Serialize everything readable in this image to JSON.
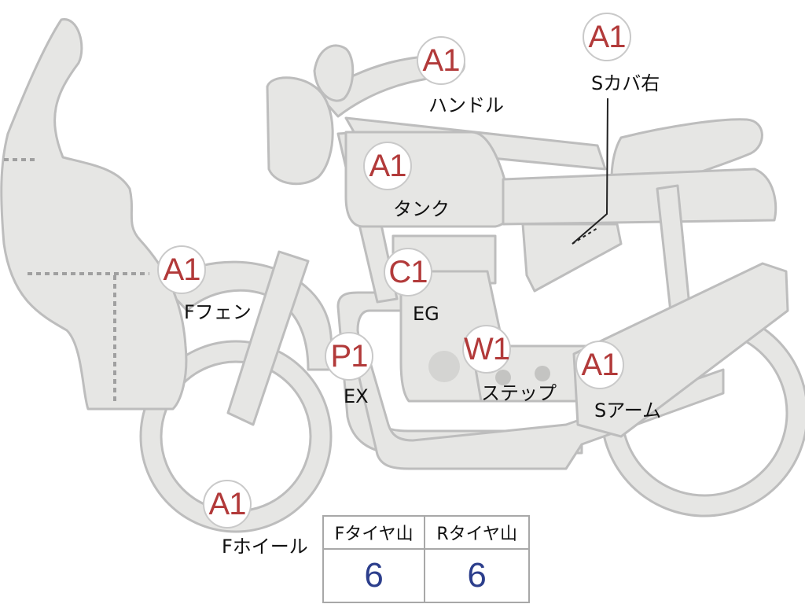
{
  "colors": {
    "body_fill": "#e6e6e4",
    "outline": "#bdbdbd",
    "code_text": "#b23a3a",
    "value_text": "#2c3e8c"
  },
  "codes": {
    "handle": "A1",
    "s_cover_right": "A1",
    "tank": "A1",
    "f_fender": "A1",
    "engine": "C1",
    "exhaust": "P1",
    "step": "W1",
    "s_arm": "A1",
    "f_wheel": "A1"
  },
  "labels": {
    "handle": "ハンドル",
    "s_cover_right": "Sカバ右",
    "tank": "タンク",
    "f_fender": "Fフェン",
    "engine": "EG",
    "exhaust": "EX",
    "step": "ステップ",
    "s_arm": "Sアーム",
    "f_wheel": "Fホイール"
  },
  "tire_tread": {
    "front_header": "Fタイヤ山",
    "rear_header": "Rタイヤ山",
    "front_value": "6",
    "rear_value": "6"
  }
}
